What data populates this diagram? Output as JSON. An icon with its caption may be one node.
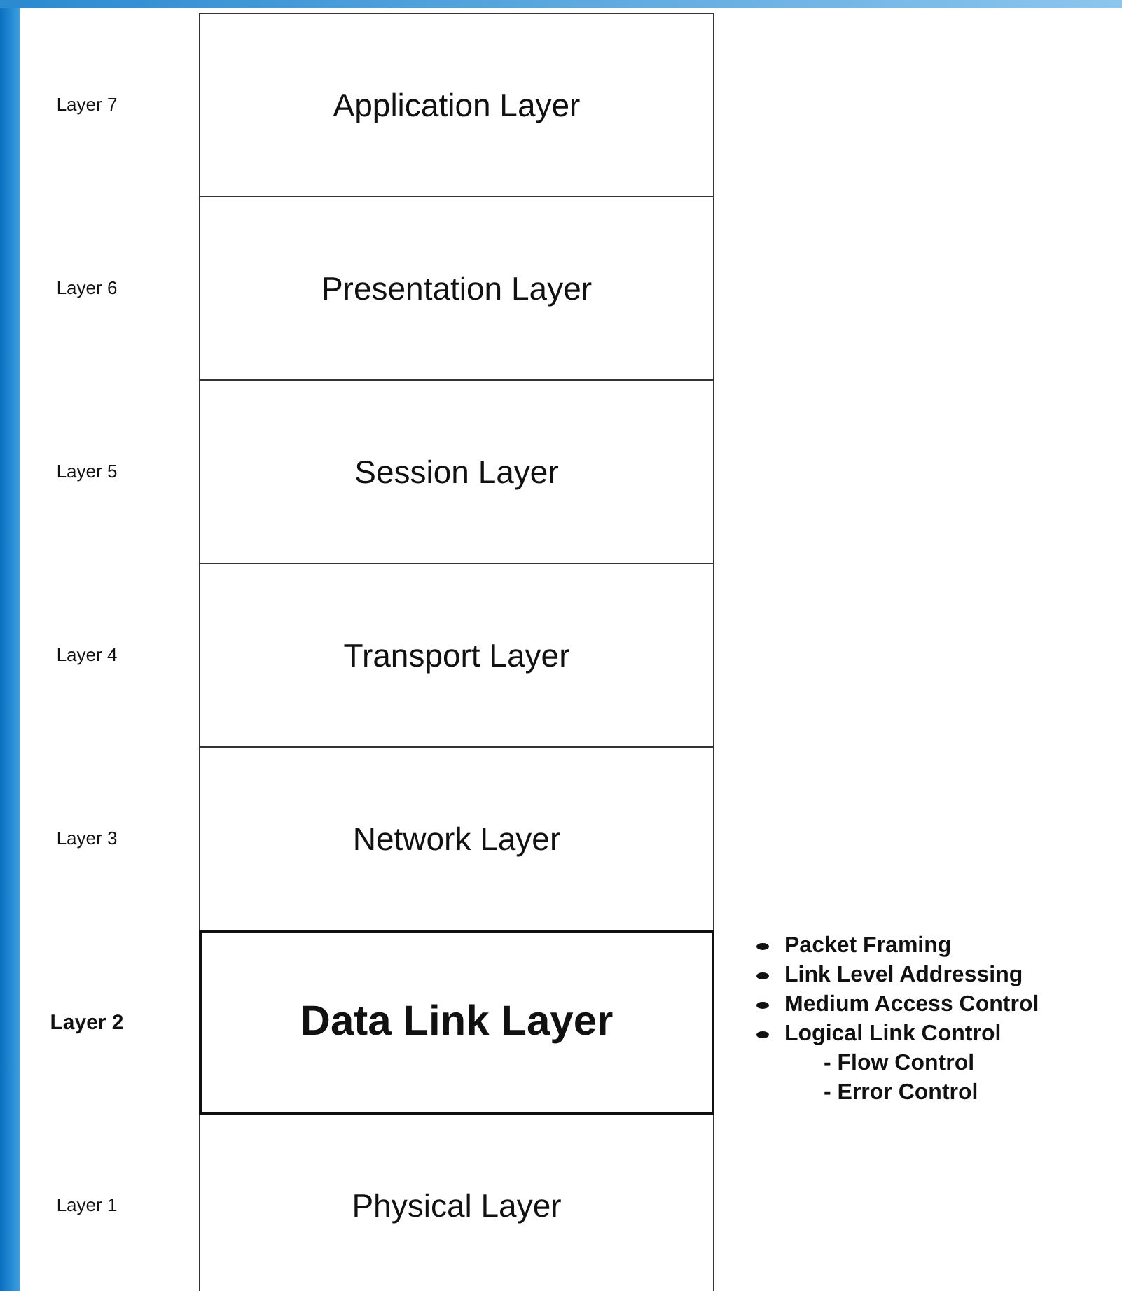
{
  "diagram": {
    "nodes": [
      {
        "text": [
          "Application Layer"
        ]
      },
      {
        "text": [
          "Presentation Layer"
        ]
      },
      {
        "text": [
          "Session Layer"
        ]
      },
      {
        "text": [
          "Transport Layer"
        ]
      },
      {
        "text": [
          "Network Layer"
        ]
      },
      {
        "text": [
          "Data Link Layer"
        ],
        "beside": [
          "Packet Framing",
          "Link Level Addressing",
          "Medium Access Control",
          "Logical Link Control",
          "- Flow Control",
          "- Error Control"
        ]
      },
      {
        "text": [
          "Physical Layer"
        ]
      }
    ],
    "edges": [],
    "labels": [
      "Layer 7",
      "Layer 6",
      "Layer 5",
      "Layer 4",
      "Layer 3",
      "Layer 2",
      "Layer 1"
    ]
  }
}
